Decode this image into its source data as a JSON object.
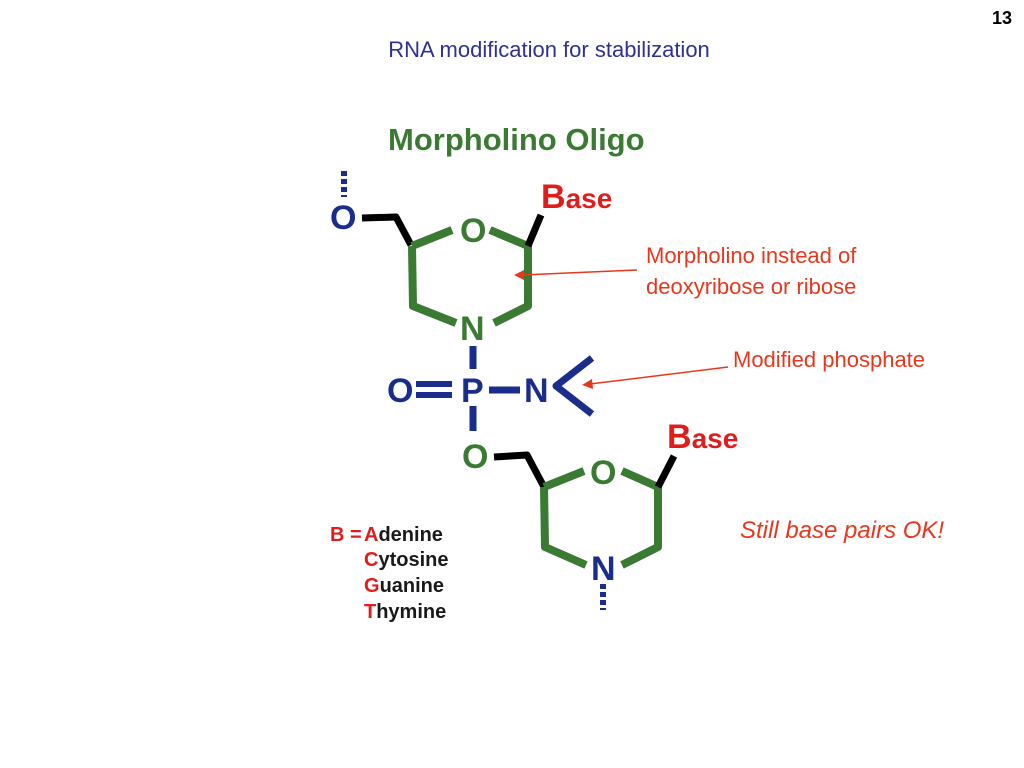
{
  "slide": {
    "page_number": "13",
    "title": "RNA modification for stabilization",
    "annotations": {
      "morpholino": "Morpholino instead of deoxyribose or ribose",
      "phosphate": "Modified phosphate",
      "base_pairs": "Still base pairs OK!"
    }
  },
  "figure": {
    "title": "Morpholino Oligo",
    "atoms": {
      "O": "O",
      "N": "N",
      "P": "P"
    },
    "base_label_initial": "B",
    "base_label_rest": "ase",
    "legend": {
      "prefix": "B =",
      "bases": [
        {
          "initial": "A",
          "rest": "denine"
        },
        {
          "initial": "C",
          "rest": "ytosine"
        },
        {
          "initial": "G",
          "rest": "uanine"
        },
        {
          "initial": "T",
          "rest": "hymine"
        }
      ]
    }
  },
  "colors": {
    "title": "#2e3192",
    "annotation": "#e8371c",
    "ring": "#3a7a32",
    "phosphate": "#1a2d8c",
    "base": "#e01d1d",
    "bond": "#000000"
  }
}
